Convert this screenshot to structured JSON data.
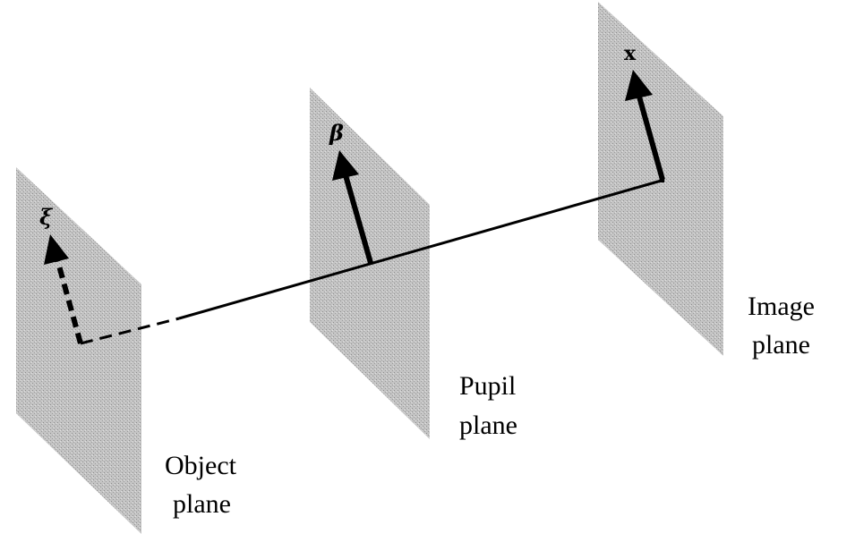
{
  "planes": {
    "object": {
      "line1": "Object",
      "line2": "plane",
      "vector_symbol": "ξ"
    },
    "pupil": {
      "line1": "Pupil",
      "line2": "plane",
      "vector_symbol": "β"
    },
    "image": {
      "line1": "Image",
      "line2": "plane",
      "vector_symbol": "x"
    }
  },
  "colors": {
    "plane_fill": "#b9b9b9",
    "ink": "#000000"
  }
}
